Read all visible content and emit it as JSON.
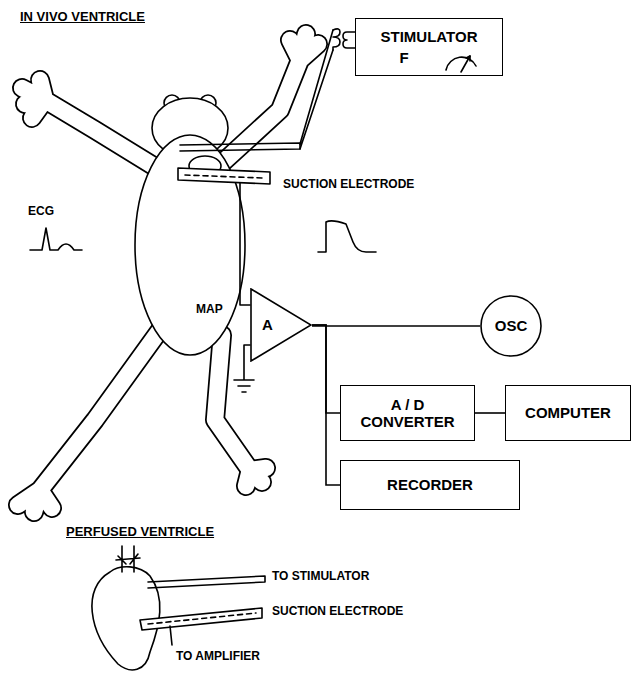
{
  "diagram": {
    "title": "IN VIVO VENTRICLE",
    "nodes": [
      {
        "text": [
          "STIMULATOR",
          "F"
        ]
      },
      {
        "text": [
          "A"
        ]
      },
      {
        "text": [
          "OSC"
        ]
      },
      {
        "text": [
          "A / D CONVERTER"
        ]
      },
      {
        "text": [
          "COMPUTER"
        ]
      },
      {
        "text": [
          "RECORDER"
        ]
      }
    ],
    "edges": [
      {
        "from": 1,
        "to": 2,
        "arrow": "none"
      },
      {
        "from": 1,
        "to": 3,
        "arrow": "none"
      },
      {
        "from": 3,
        "to": 4,
        "arrow": "none"
      },
      {
        "from": 1,
        "to": 5,
        "arrow": "none"
      }
    ],
    "labels": [
      "ECG",
      "SUCTION ELECTRODE",
      "MAP",
      "PERFUSED VENTRICLE",
      "TO STIMULATOR",
      "SUCTION ELECTRODE",
      "TO AMPLIFIER"
    ]
  }
}
